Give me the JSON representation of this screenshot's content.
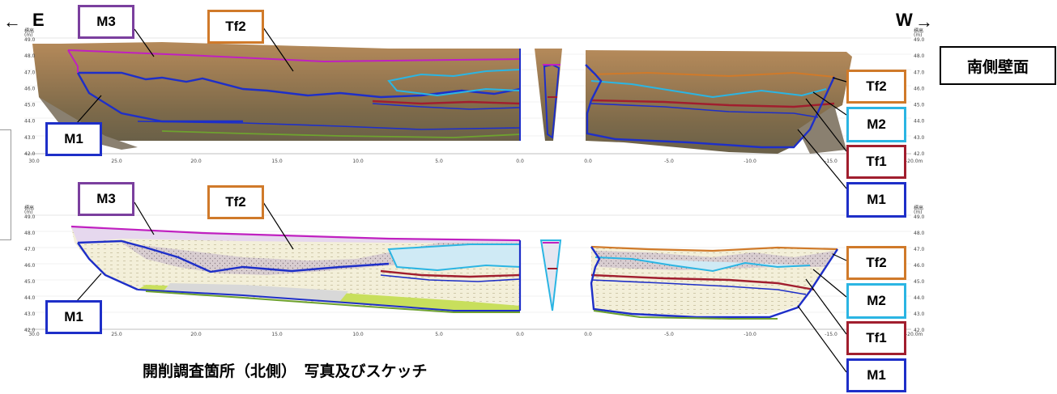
{
  "compass": {
    "east": "E",
    "west": "W",
    "left_arrow": "←",
    "right_arrow": "→"
  },
  "wall_name": "南側壁面",
  "caption": "開削調査箇所（北側）　写真及びスケッチ",
  "axis_unit_top": "標高",
  "axis_unit_bottom": "(m)",
  "axis_end_label": "-20.0m",
  "elevation_ticks": [
    "49.0",
    "48.0",
    "47.0",
    "46.0",
    "45.0",
    "44.0",
    "43.0",
    "42.0"
  ],
  "distance_ticks": [
    "30.0",
    "25.0",
    "20.0",
    "15.0",
    "10.0",
    "5.0",
    "0.0",
    "0.0",
    "-5.0",
    "-10.0",
    "-15.0"
  ],
  "layers": {
    "M3": {
      "label": "M3",
      "color": "#7b3f9e"
    },
    "Tf2": {
      "label": "Tf2",
      "color": "#d07a2a"
    },
    "M2": {
      "label": "M2",
      "color": "#2bb5e3"
    },
    "Tf1": {
      "label": "Tf1",
      "color": "#a11e2e"
    },
    "M1": {
      "label": "M1",
      "color": "#1e2fc8"
    }
  }
}
